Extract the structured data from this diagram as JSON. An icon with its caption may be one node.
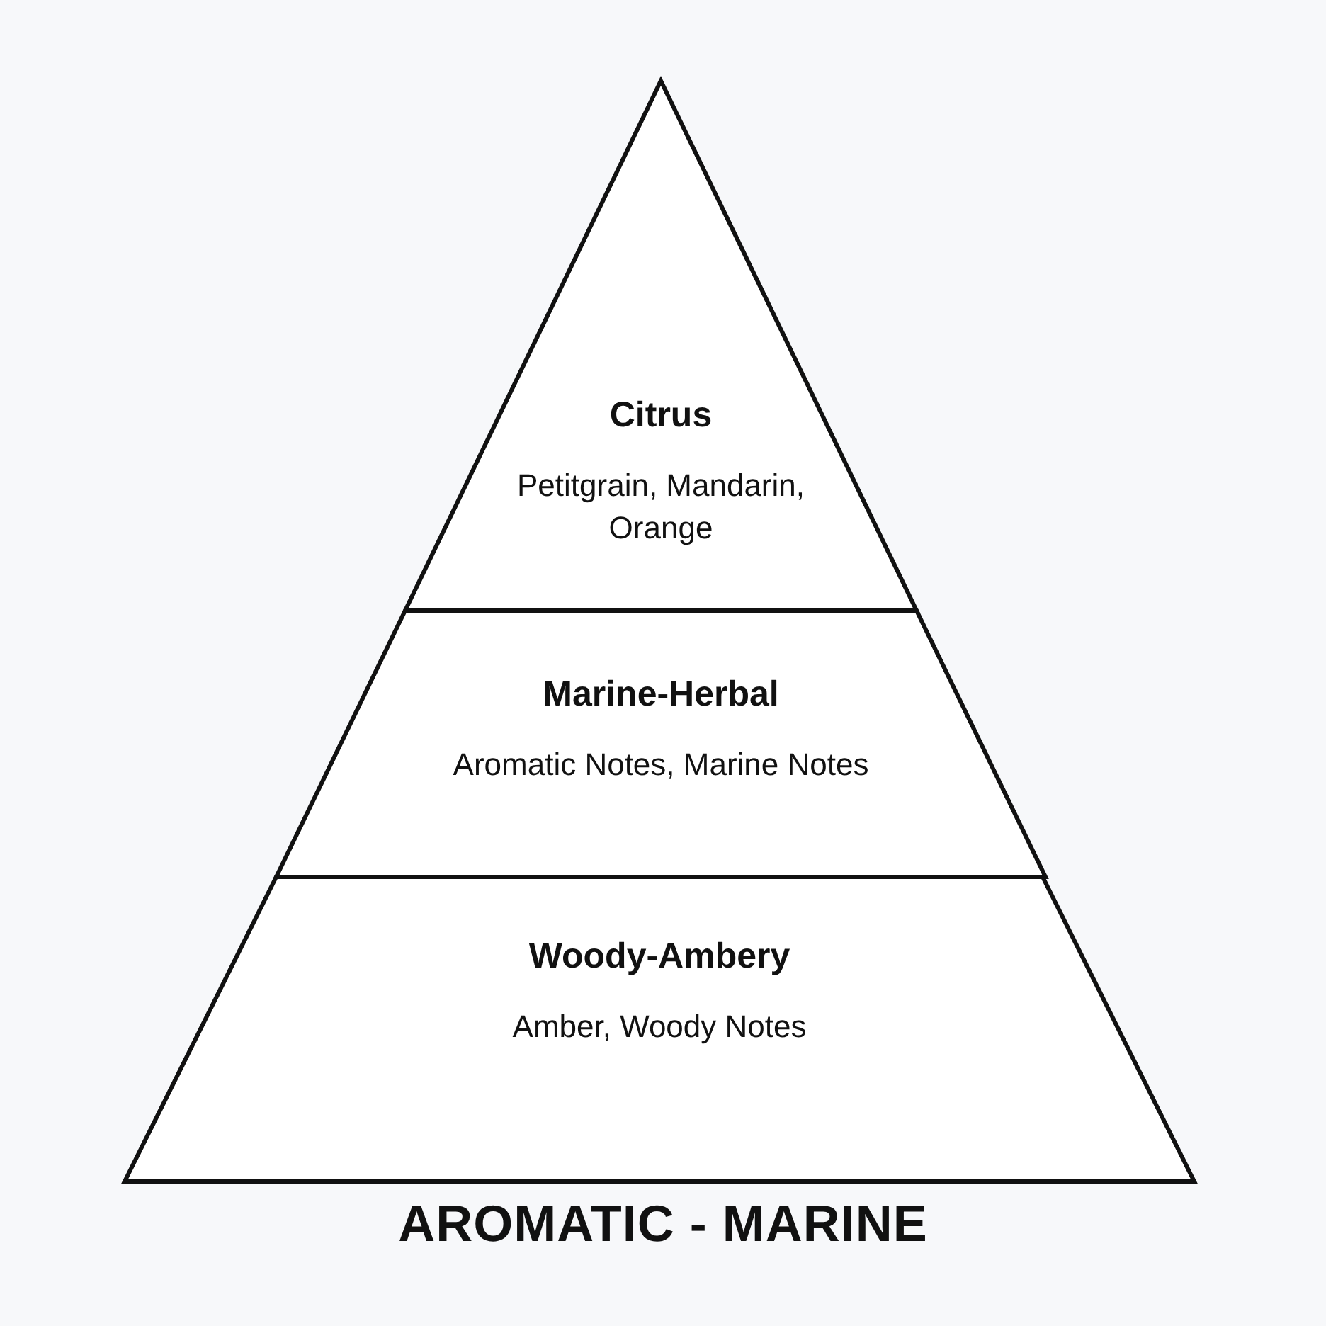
{
  "diagram": {
    "title": "AROMATIC - MARINE",
    "nodes": [
      {
        "text": [
          "Citrus",
          "Petitgrain, Mandarin, Orange"
        ]
      },
      {
        "text": [
          "Marine-Herbal",
          "Aromatic Notes, Marine Notes"
        ]
      },
      {
        "text": [
          "Woody-Ambery",
          "Amber, Woody Notes"
        ]
      }
    ]
  }
}
